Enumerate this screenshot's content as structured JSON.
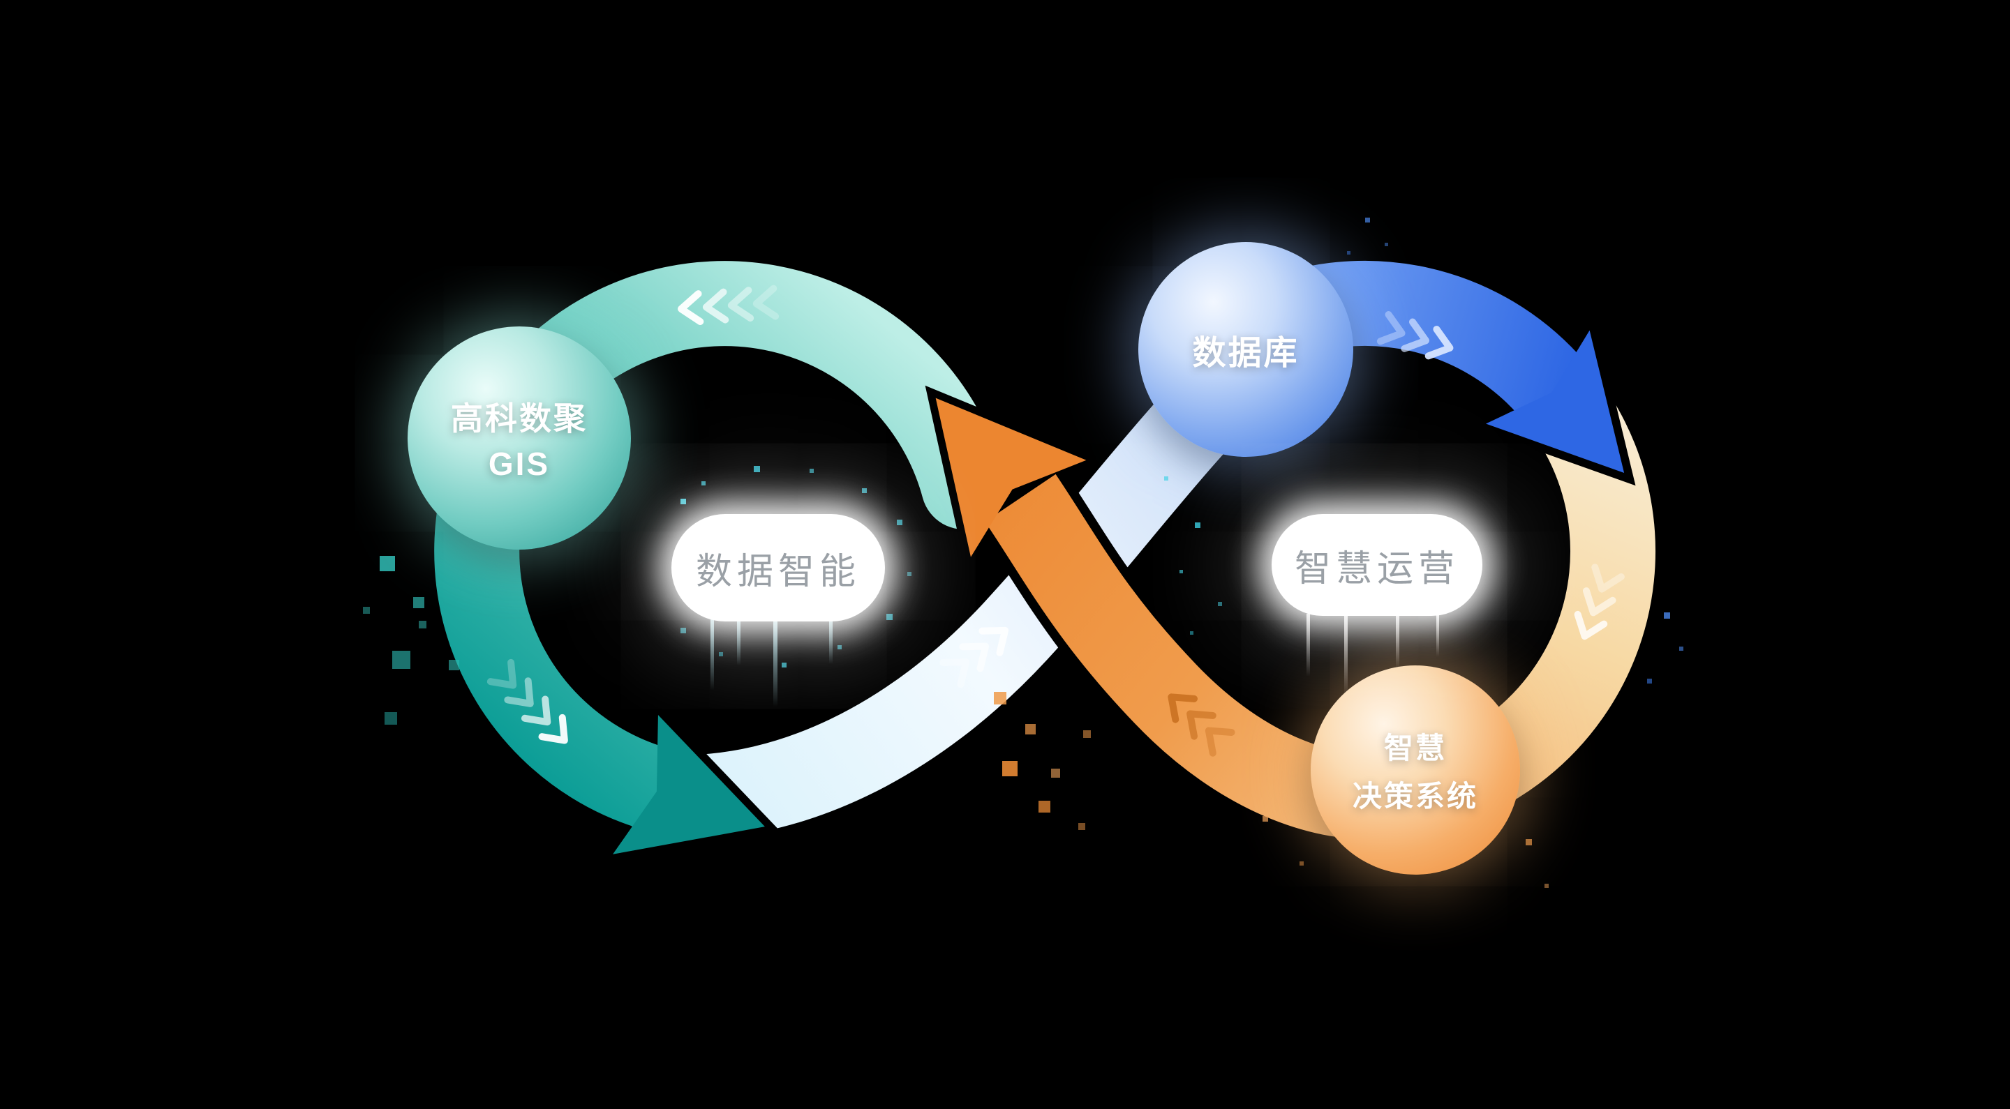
{
  "nodes": {
    "gis": {
      "line1": "高科数聚",
      "line2": "GIS"
    },
    "database": {
      "label": "数据库"
    },
    "decision": {
      "line1": "智慧",
      "line2": "决策系统"
    }
  },
  "labels": {
    "left_pill": "数据智能",
    "right_pill": "智慧运营"
  },
  "colors": {
    "background": "#000000",
    "teal": "#14A09A",
    "light_ribbon": "#E8F6FF",
    "blue": "#3569E5",
    "cream": "#F7DAA6",
    "orange": "#EC8630",
    "pill_text": "#9AA0A6"
  }
}
